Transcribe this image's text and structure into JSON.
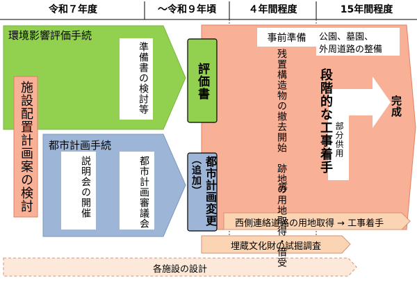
{
  "header": {
    "col1": "令和７年度",
    "col2": "～令和９年頃",
    "col3": "４年間程度",
    "col4": "15年間程度"
  },
  "env_assessment": {
    "title": "環境影響評価手続",
    "prep_doc": "準備書の検討等"
  },
  "layout_plan": "施設配置計画案の検討",
  "city_plan": {
    "title": "都市計画手続",
    "briefing": "説明会の開催",
    "council": "都市計画審議会"
  },
  "assessment_doc": "評価書",
  "city_plan_change": {
    "line1": "都市計画変更",
    "line2": "（追加）"
  },
  "pre_work": {
    "title": "事前準備",
    "body": "残置構造物の撤去開始　跡地の用地取得・借受",
    "etc": "等"
  },
  "park": {
    "line1": "公園、墓園、",
    "line2": "外周道路の整備"
  },
  "phased_construction": "段階的な工事着手",
  "partial_use": "部分供用",
  "completion": "完成",
  "west_road": "西側連絡道路の用地取得 → 工事着手",
  "excavation": "埋蔵文化財の試掘調査",
  "facility_design": "各施設の設計",
  "colors": {
    "green": "#92d050",
    "orange_fill": "#f8b196",
    "orange_line": "#e08060",
    "blue": "#9db5d6",
    "blue_line": "#5b7fae",
    "peach": "#fbd4b4",
    "peach_line": "#d89070"
  }
}
